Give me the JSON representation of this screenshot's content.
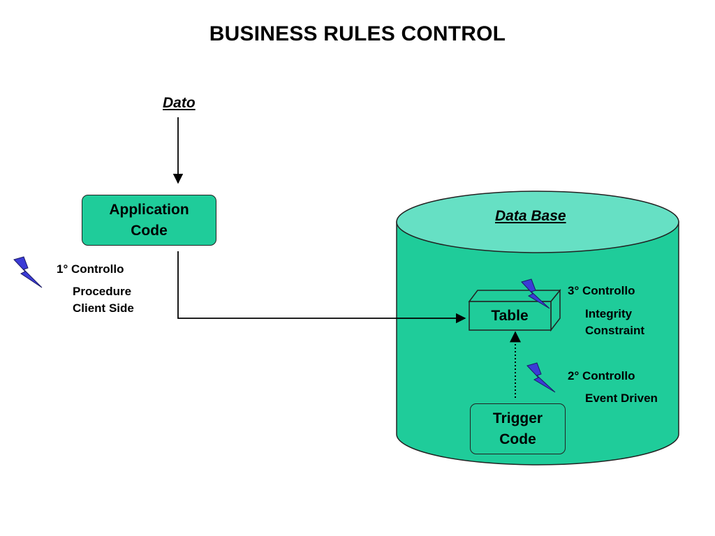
{
  "title": "BUSINESS RULES CONTROL",
  "dato_label": "Dato",
  "application_code": {
    "line1": "Application",
    "line2": "Code"
  },
  "database_label": "Data Base",
  "table_label": "Table",
  "trigger_code": {
    "line1": "Trigger",
    "line2": "Code"
  },
  "control1": {
    "title": "1° Controllo",
    "line1": "Procedure",
    "line2": "Client Side"
  },
  "control2": {
    "title": "2° Controllo",
    "line1": "Event Driven"
  },
  "control3": {
    "title": "3° Controllo",
    "line1": "Integrity",
    "line2": "Constraint"
  },
  "colors": {
    "box_fill": "#1fcc9a",
    "cylinder_body": "#1fcc9a",
    "cylinder_top": "#66e0c4",
    "bolt": "#3333cc"
  },
  "icons": {
    "bolt": "lightning-bolt-icon"
  }
}
